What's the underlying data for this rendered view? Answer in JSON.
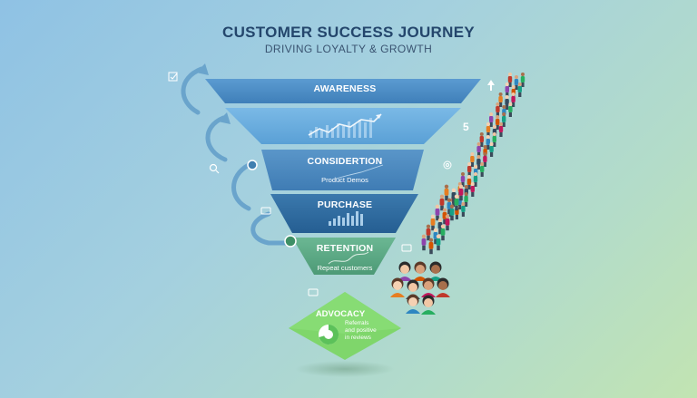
{
  "title": "CUSTOMER SUCCESS JOURNEY",
  "subtitle": "DRIVING LOYALTY & GROWTH",
  "stages": [
    {
      "label": "AWARENESS",
      "sub": ""
    },
    {
      "label": "",
      "sub": ""
    },
    {
      "label": "CONSIDERTION",
      "sub": "Product Demos"
    },
    {
      "label": "PURCHASE",
      "sub": ""
    },
    {
      "label": "RETENTION",
      "sub": "Repeat customers"
    }
  ],
  "advocacy": {
    "label": "ADVOCACY",
    "note": [
      "Referrals",
      "and positive",
      "in reviews"
    ]
  },
  "side_number": "5",
  "colors": {
    "title": "#24466c",
    "awareness": "#4d8dc5",
    "stage2": "#63a8dc",
    "consideration": "#4a86bd",
    "purchase": "#2f6ea3",
    "retention": "#5ba882",
    "advocacy": "#6fce6a",
    "arrows": "#6aa4cc"
  },
  "icons": [
    "check-square-icon",
    "magnifier-icon",
    "gear-icon",
    "chat-bubble-icon",
    "crowd-of-people-icon",
    "up-arrow-icon"
  ]
}
